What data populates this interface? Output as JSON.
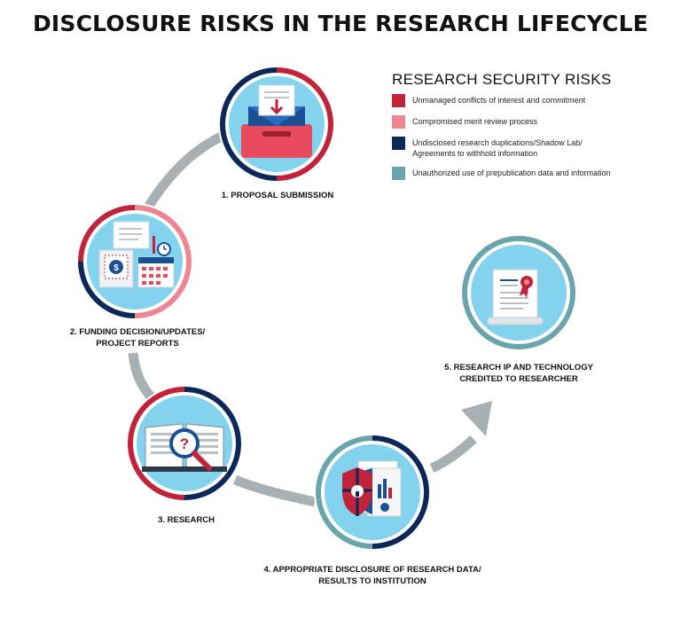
{
  "title": "DISCLOSURE RISKS IN THE RESEARCH LIFECYCLE",
  "legend": {
    "title": "RESEARCH SECURITY RISKS",
    "items": [
      {
        "label": "Unmanaged conflicts of interest and commitment",
        "color": "#c0233a"
      },
      {
        "label": "Compromised merit review process",
        "color": "#f08592"
      },
      {
        "label": "Undisclosed research duplications/Shadow Lab/\nAgreements to withhold information",
        "color": "#0c2859"
      },
      {
        "label": "Unauthorized use of prepublication data and information",
        "color": "#6aa5ad"
      }
    ]
  },
  "stages": [
    {
      "label": "1. PROPOSAL SUBMISSION",
      "icon": "inbox-tray-icon"
    },
    {
      "label": "2. FUNDING DECISION/UPDATES/\nPROJECT REPORTS",
      "icon": "funding-documents-calendar-icon"
    },
    {
      "label": "3. RESEARCH",
      "icon": "open-book-magnifier-icon"
    },
    {
      "label": "4. APPROPRIATE DISCLOSURE OF RESEARCH DATA/\nRESULTS TO INSTITUTION",
      "icon": "shield-lock-report-icon"
    },
    {
      "label": "5. RESEARCH IP AND TECHNOLOGY\nCREDITED TO RESEARCHER",
      "icon": "certificate-ribbon-icon"
    }
  ],
  "colors": {
    "circle_fill": "#83d3ee",
    "path": "#a7b0b4",
    "red": "#c0233a",
    "pink": "#f08592",
    "navy": "#0c2859",
    "teal": "#6aa5ad"
  }
}
